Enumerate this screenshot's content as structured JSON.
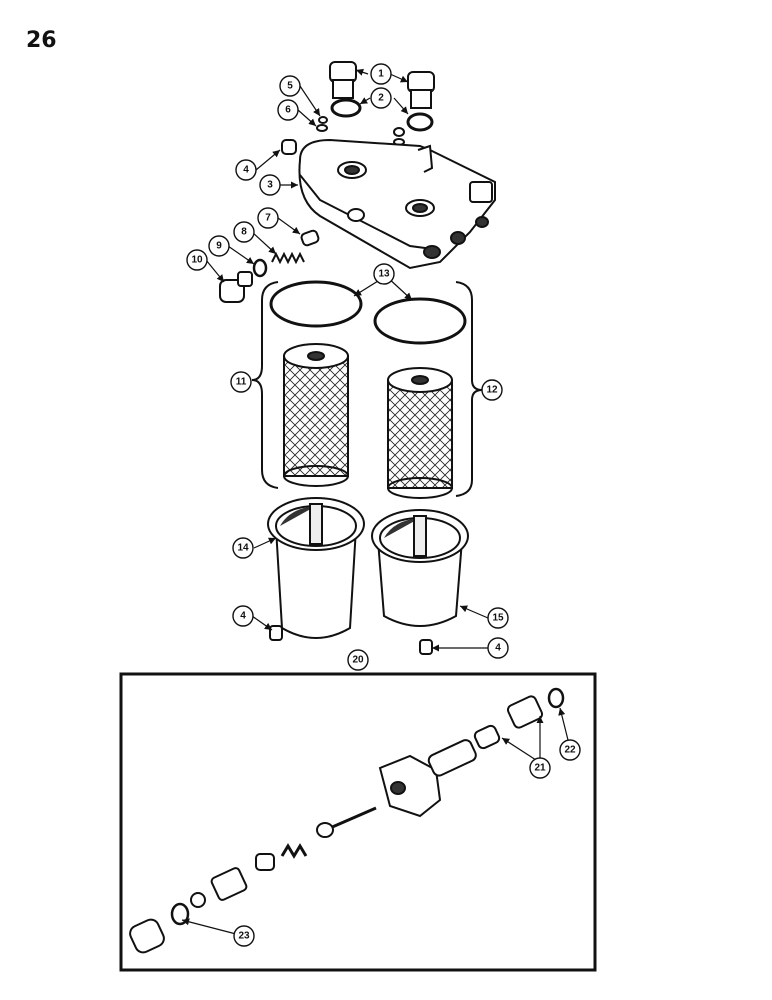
{
  "page": {
    "number": "26"
  },
  "callouts": [
    {
      "id": "c1",
      "label": "1"
    },
    {
      "id": "c2",
      "label": "2"
    },
    {
      "id": "c3",
      "label": "3"
    },
    {
      "id": "c4a",
      "label": "4"
    },
    {
      "id": "c5",
      "label": "5"
    },
    {
      "id": "c6",
      "label": "6"
    },
    {
      "id": "c7",
      "label": "7"
    },
    {
      "id": "c8",
      "label": "8"
    },
    {
      "id": "c9",
      "label": "9"
    },
    {
      "id": "c10",
      "label": "10"
    },
    {
      "id": "c11",
      "label": "11"
    },
    {
      "id": "c12",
      "label": "12"
    },
    {
      "id": "c13",
      "label": "13"
    },
    {
      "id": "c14",
      "label": "14"
    },
    {
      "id": "c15",
      "label": "15"
    },
    {
      "id": "c4b",
      "label": "4"
    },
    {
      "id": "c4c",
      "label": "4"
    },
    {
      "id": "c20",
      "label": "20"
    },
    {
      "id": "c21",
      "label": "21"
    },
    {
      "id": "c22",
      "label": "22"
    },
    {
      "id": "c23",
      "label": "23"
    }
  ],
  "colors": {
    "line": "#111111",
    "shade": "#555555",
    "paper": "#ffffff"
  }
}
